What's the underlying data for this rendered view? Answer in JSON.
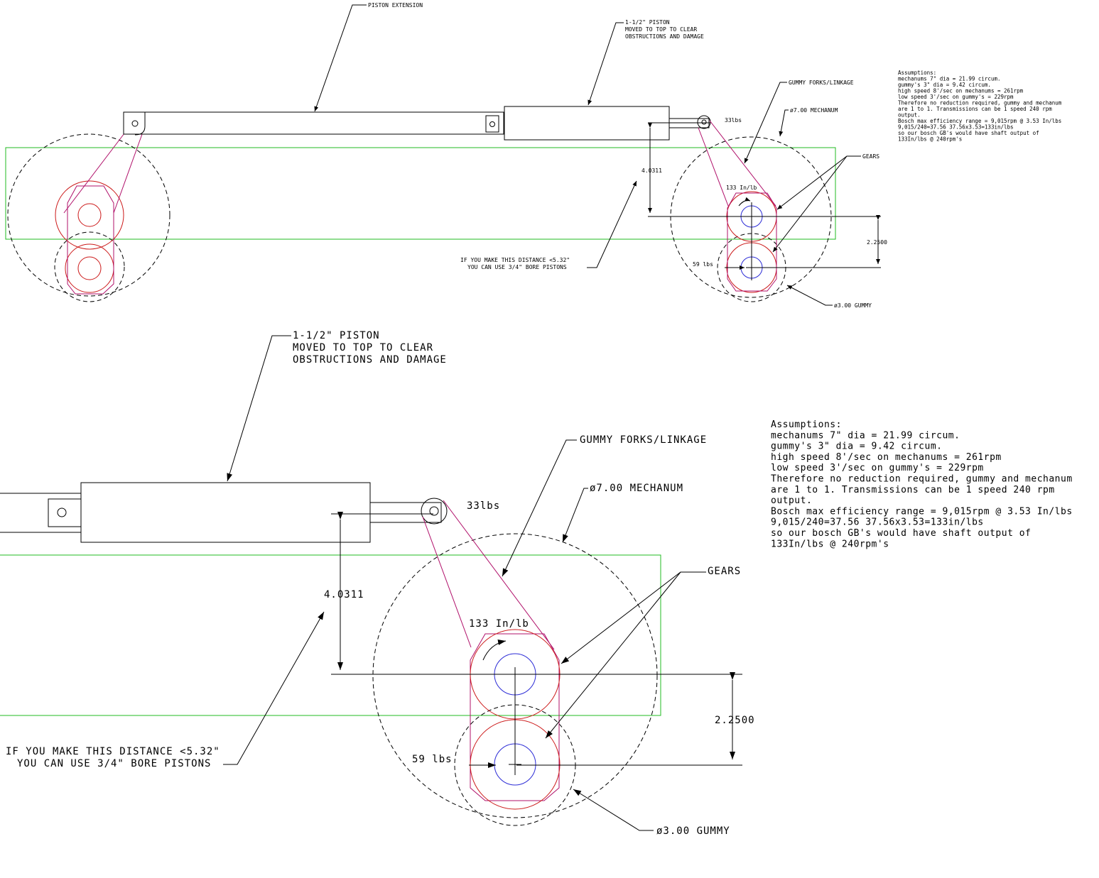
{
  "top_view": {
    "piston_extension": "PISTON EXTENSION",
    "piston_note": [
      "1-1/2\" PISTON",
      "MOVED TO TOP TO CLEAR",
      "OBSTRUCTIONS AND DAMAGE"
    ],
    "forks_label": "GUMMY FORKS/LINKAGE",
    "mechanum_label": "ø7.00 MECHANUM",
    "gears_label": "GEARS",
    "gummy_label": "ø3.00 GUMMY",
    "force_label": "33lbs",
    "torque_label": "133 In/lb",
    "load_label": "59 lbs",
    "dim_vertical": "4.0311",
    "dim_gear": "2.2500",
    "distance_note": [
      "IF YOU MAKE THIS DISTANCE <5.32\"",
      "YOU CAN USE 3/4\" BORE PISTONS"
    ]
  },
  "bottom_view": {
    "piston_note": [
      "1-1/2\" PISTON",
      "MOVED TO TOP TO CLEAR",
      "OBSTRUCTIONS AND DAMAGE"
    ],
    "forks_label": "GUMMY FORKS/LINKAGE",
    "mechanum_label": "ø7.00 MECHANUM",
    "gears_label": "GEARS",
    "gummy_label": "ø3.00 GUMMY",
    "force_label": "33lbs",
    "torque_label": "133 In/lb",
    "load_label": "59 lbs",
    "dim_vertical": "4.0311",
    "dim_gear": "2.2500",
    "distance_note": [
      "IF YOU MAKE THIS DISTANCE <5.32\"",
      "YOU CAN USE 3/4\" BORE PISTONS"
    ]
  },
  "assumptions": [
    "Assumptions:",
    "mechanums 7\" dia = 21.99 circum.",
    "gummy's 3\" dia = 9.42 circum.",
    "high speed 8'/sec on mechanums = 261rpm",
    "low speed 3'/sec on gummy's = 229rpm",
    "",
    "Therefore no reduction required, gummy and mechanum",
    "are 1 to 1. Transmissions can be 1 speed 240 rpm",
    "output.",
    "",
    "Bosch max efficiency range = 9,015rpm @ 3.53 In/lbs",
    "9,015/240=37.56     37.56x3.53=133in/lbs",
    "so our bosch GB's would have shaft output of",
    "133In/lbs @ 240rpm's"
  ]
}
